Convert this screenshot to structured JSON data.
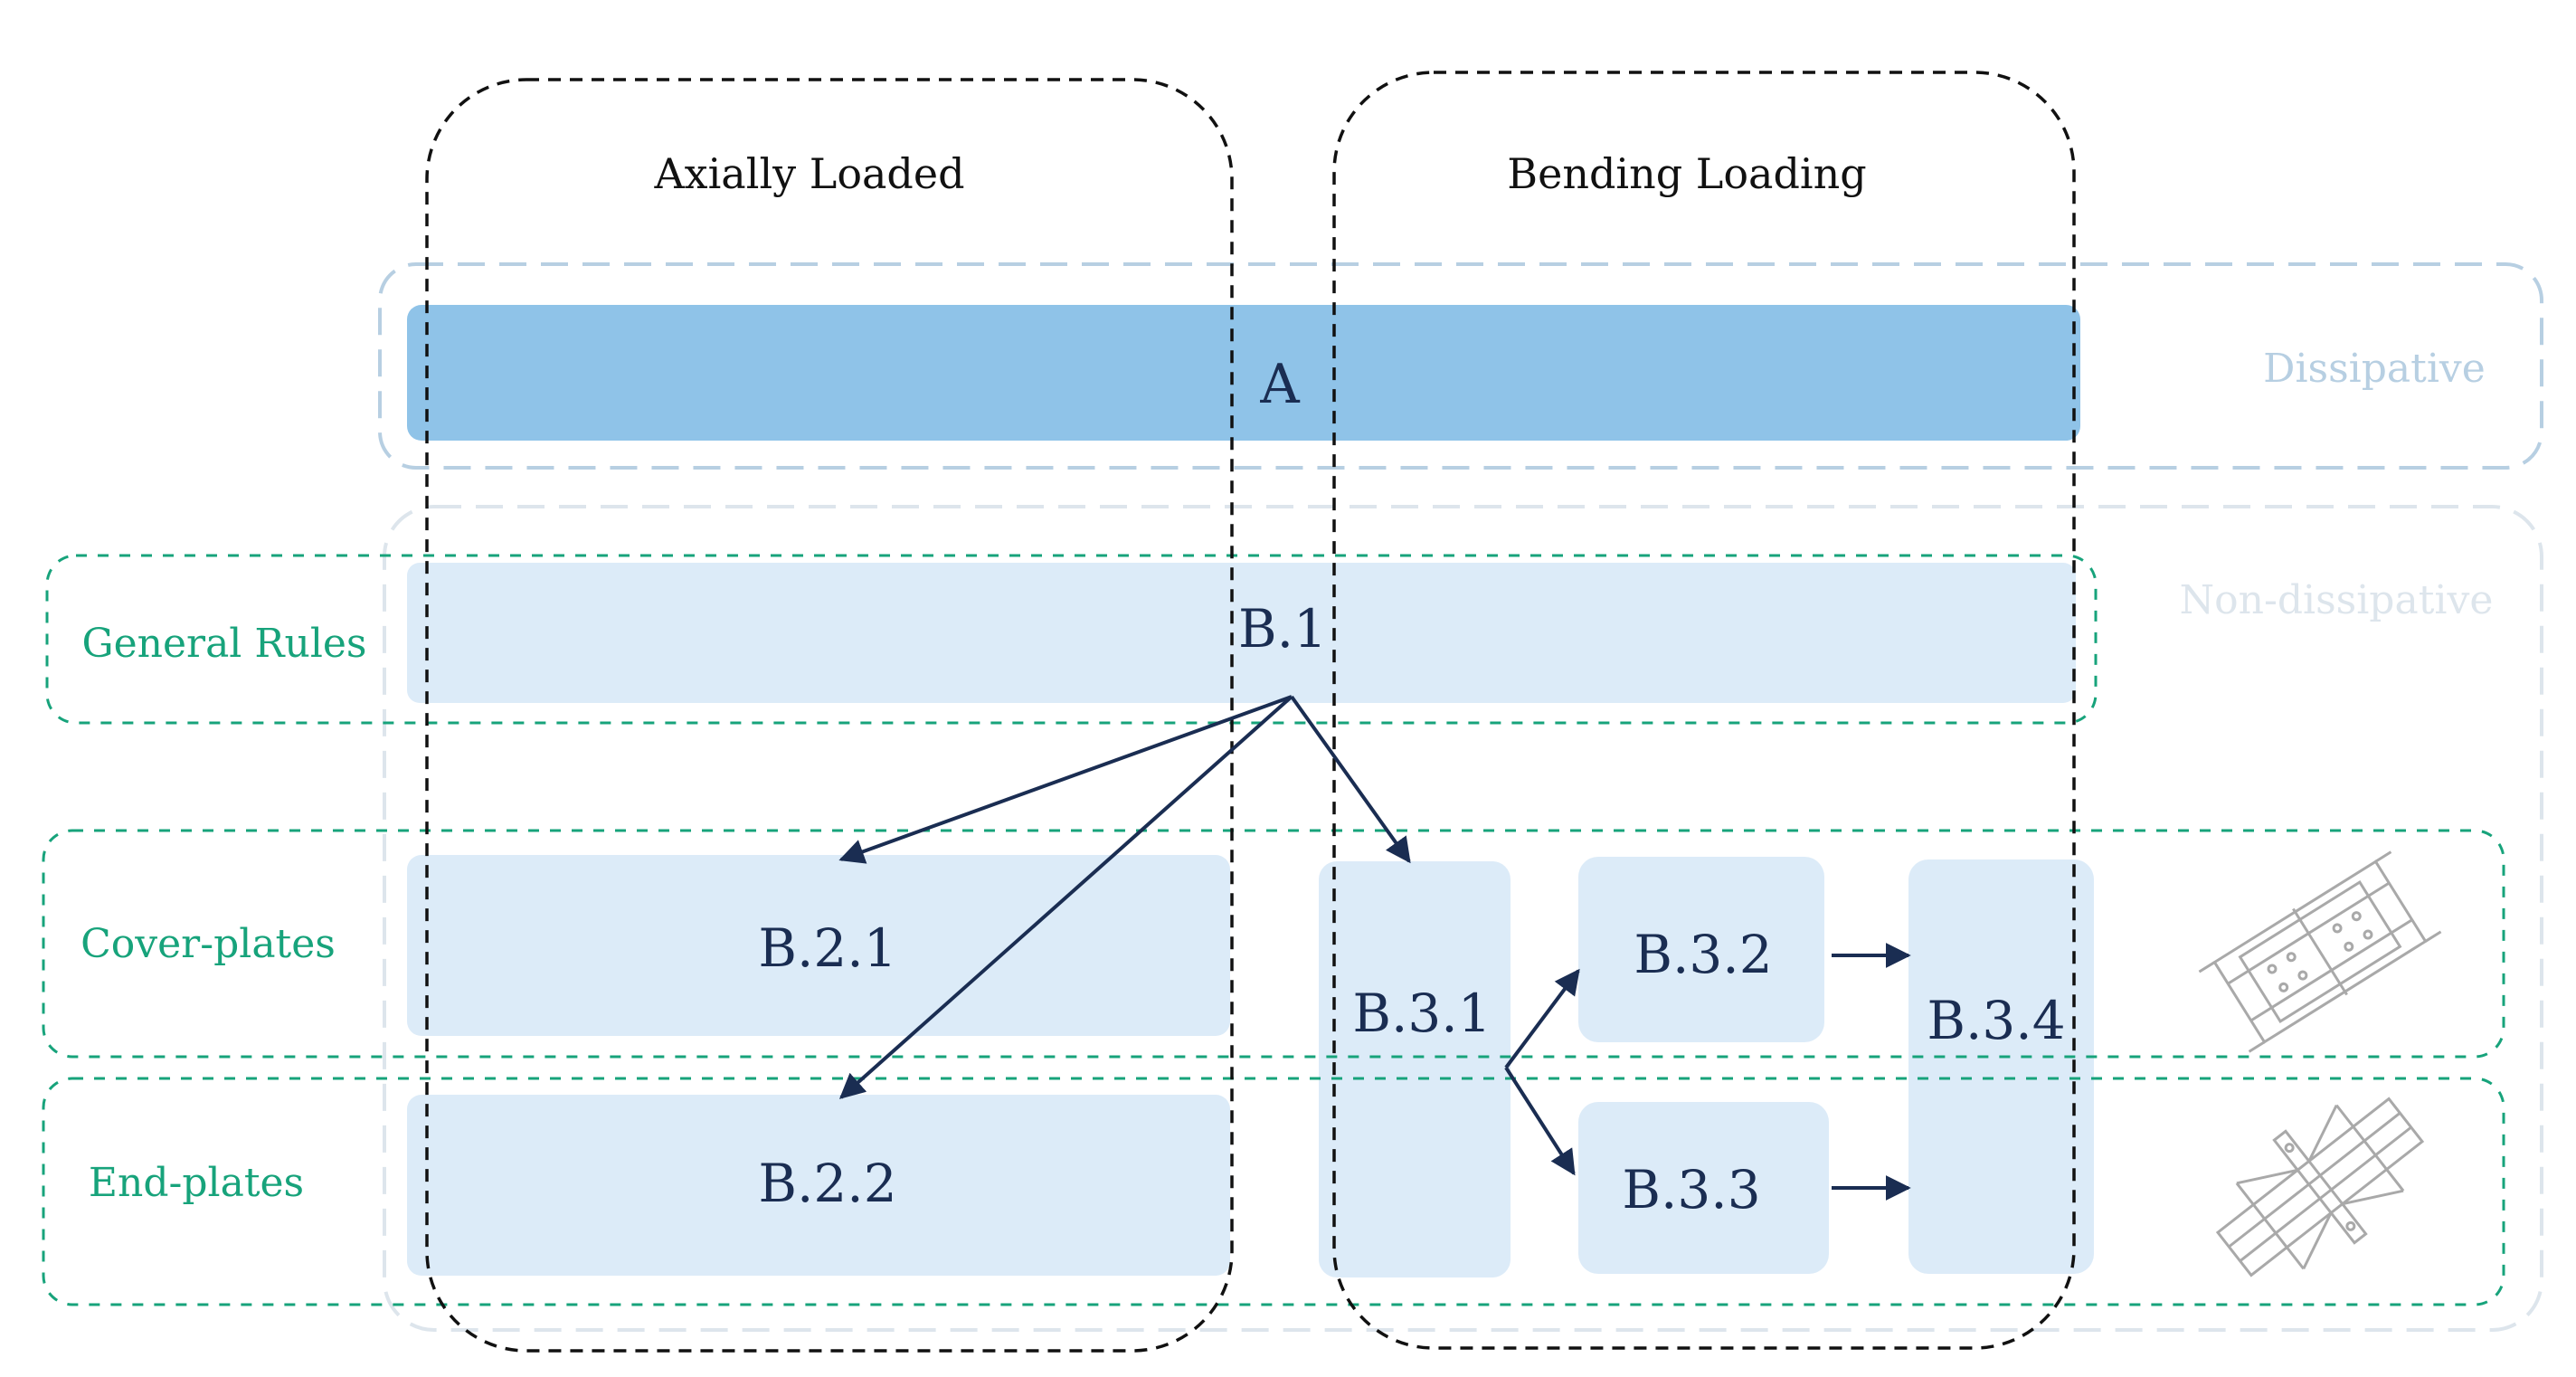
{
  "columns": {
    "axial": "Axially Loaded",
    "bending": "Bending Loading"
  },
  "categories": {
    "dissipative": "Dissipative",
    "non_dissipative": "Non-dissipative"
  },
  "rows": {
    "general_rules": "General Rules",
    "cover_plates": "Cover-plates",
    "end_plates": "End-plates"
  },
  "blocks": {
    "a": "A",
    "b1": "B.1",
    "b21": "B.2.1",
    "b22": "B.2.2",
    "b31": "B.3.1",
    "b32": "B.3.2",
    "b33": "B.3.3",
    "b34": "B.3.4"
  },
  "colors": {
    "dark_text": "#1a2d52",
    "teal": "#17a37b",
    "block_a": "#8fc3e8",
    "block_light": "#dcebf8",
    "dissipative_outline": "#b7cfe2",
    "non_dissipative_outline": "#dde5ec",
    "arrow": "#1a2d52"
  },
  "icons": {
    "cover_plate": "cover-plate-splice-icon",
    "end_plate": "end-plate-splice-icon"
  }
}
